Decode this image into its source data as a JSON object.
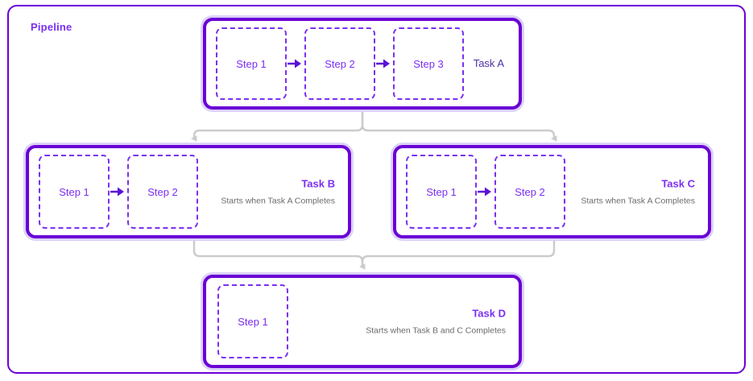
{
  "diagram": {
    "title": "Pipeline",
    "colors": {
      "accent_purple": "#6a00d6",
      "step_purple": "#7b2ff2",
      "glow_lavender": "#dcd2f7",
      "connector_gray": "#cccccc",
      "subtitle_gray": "#6b6b6b",
      "background": "#ffffff"
    },
    "tasks": [
      {
        "id": "task-a",
        "title": "Task A",
        "subtitle": "",
        "steps": [
          {
            "label": "Step 1"
          },
          {
            "label": "Step 2"
          },
          {
            "label": "Step 3"
          }
        ]
      },
      {
        "id": "task-b",
        "title": "Task B",
        "subtitle": "Starts when Task A Completes",
        "steps": [
          {
            "label": "Step 1"
          },
          {
            "label": "Step 2"
          }
        ]
      },
      {
        "id": "task-c",
        "title": "Task C",
        "subtitle": "Starts when Task A Completes",
        "steps": [
          {
            "label": "Step 1"
          },
          {
            "label": "Step 2"
          }
        ]
      },
      {
        "id": "task-d",
        "title": "Task D",
        "subtitle": "Starts when Task B and C Completes",
        "steps": [
          {
            "label": "Step 1"
          }
        ]
      }
    ],
    "connectors": [
      {
        "from": "task-a",
        "to": "task-b",
        "icon": "arrow-down-icon"
      },
      {
        "from": "task-a",
        "to": "task-c",
        "icon": "arrow-down-icon"
      },
      {
        "from": "task-b",
        "to": "task-d",
        "icon": "arrow-down-icon"
      },
      {
        "from": "task-c",
        "to": "task-d",
        "icon": "arrow-down-icon"
      }
    ]
  }
}
